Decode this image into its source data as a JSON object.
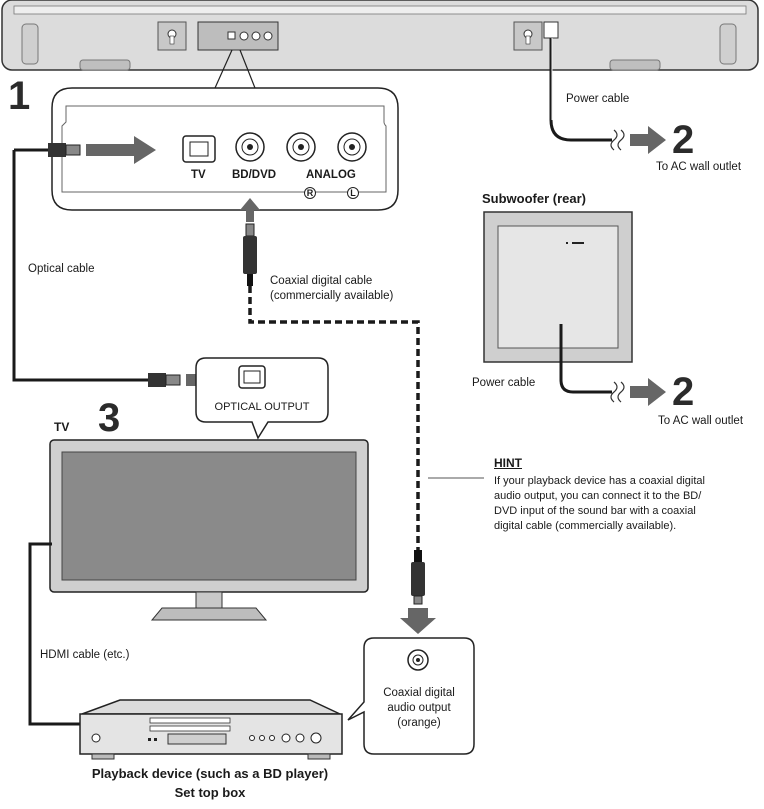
{
  "steps": {
    "one": "1",
    "two_top": "2",
    "two_sub": "2",
    "three": "3"
  },
  "labels": {
    "power_cable_top": "Power cable",
    "outlet_top": "To AC wall outlet",
    "subwoofer_title": "Subwoofer (rear)",
    "power_cable_sub": "Power cable",
    "outlet_sub": "To AC wall outlet",
    "optical_cable": "Optical cable",
    "coaxial_cable_line1": "Coaxial digital cable",
    "coaxial_cable_line2": "(commercially available)",
    "tv": "TV",
    "optical_output": "OPTICAL OUTPUT",
    "hdmi_cable": "HDMI cable (etc.)",
    "coax_output_line1": "Coaxial digital",
    "coax_output_line2": "audio output",
    "coax_output_line3": "(orange)",
    "playback_line1": "Playback device (such as a BD player)",
    "playback_line2": "Set top box"
  },
  "panel": {
    "tv": "TV",
    "bd_dvd": "BD/DVD",
    "analog": "ANALOG",
    "right": "R",
    "left": "L"
  },
  "hint": {
    "title": "HINT",
    "line1": "If your playback device has a coaxial digital",
    "line2": "audio output, you can connect it to the BD/",
    "line3": "DVD input of the sound bar with a coaxial",
    "line4": "digital cable (commercially available)."
  },
  "colors": {
    "cable": "#1a1a1a",
    "arrow": "#666666",
    "device": "#d9d9d9",
    "screen": "#8a8a8a",
    "outline": "#222222"
  }
}
